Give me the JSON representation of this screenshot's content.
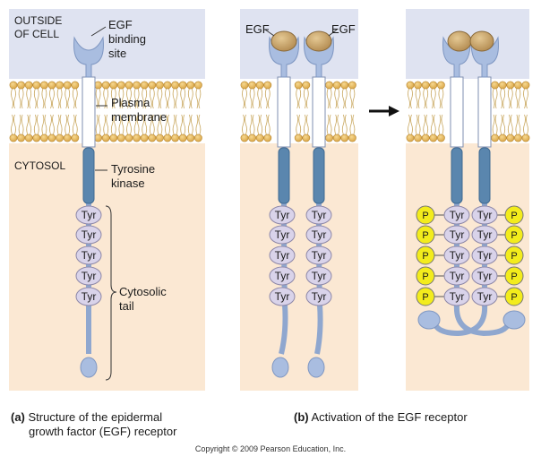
{
  "panel_a": {
    "outside_label_line1": "OUTSIDE",
    "outside_label_line2": "OF CELL",
    "egf_binding_line1": "EGF",
    "egf_binding_line2": "binding",
    "egf_binding_line3": "site",
    "plasma_line1": "Plasma",
    "plasma_line2": "membrane",
    "cytosol_label": "CYTOSOL",
    "kinase_line1": "Tyrosine",
    "kinase_line2": "kinase",
    "tail_line1": "Cytosolic",
    "tail_line2": "tail",
    "tyr_labels": [
      "Tyr",
      "Tyr",
      "Tyr",
      "Tyr",
      "Tyr"
    ],
    "caption_letter": "(a)",
    "caption_line1": "Structure of the epidermal",
    "caption_line2": "growth factor (EGF) receptor"
  },
  "panel_b": {
    "egf_left": "EGF",
    "egf_right": "EGF",
    "tyr_labels_left": [
      "Tyr",
      "Tyr",
      "Tyr",
      "Tyr",
      "Tyr"
    ],
    "tyr_labels_right": [
      "Tyr",
      "Tyr",
      "Tyr",
      "Tyr",
      "Tyr"
    ],
    "tyr_labels_active_left": [
      "Tyr",
      "Tyr",
      "Tyr",
      "Tyr",
      "Tyr"
    ],
    "tyr_labels_active_right": [
      "Tyr",
      "Tyr",
      "Tyr",
      "Tyr",
      "Tyr"
    ],
    "phosphate_left": [
      "P",
      "P",
      "P",
      "P",
      "P"
    ],
    "phosphate_right": [
      "P",
      "P",
      "P",
      "P",
      "P"
    ],
    "caption_letter": "(b)",
    "caption_text": "Activation of the EGF receptor"
  },
  "copyright": "Copyright © 2009 Pearson Education, Inc.",
  "colors": {
    "outside": "#dfe3f1",
    "cytosol": "#fbe8d3",
    "lipid_head": "#e9bc66",
    "receptor": "#9db3d9",
    "kinase": "#5a86ae",
    "tyr": "#d9d3ea",
    "egf": "#c9a873",
    "phosphate": "#f3ec1c"
  }
}
